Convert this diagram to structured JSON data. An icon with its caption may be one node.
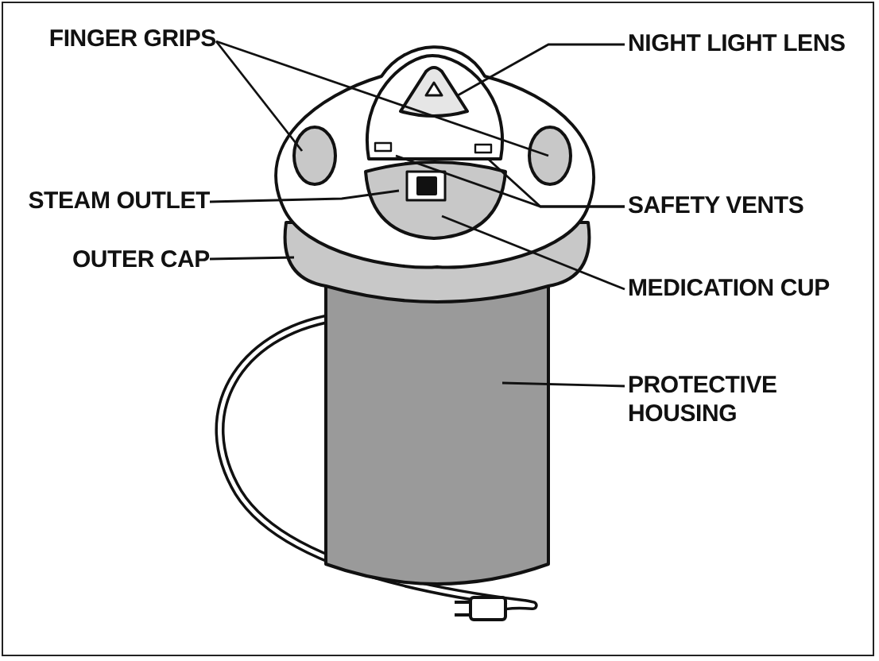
{
  "diagram": {
    "nodes": [
      {
        "text": [
          "FINGER GRIPS"
        ]
      },
      {
        "text": [
          "NIGHT LIGHT LENS"
        ]
      },
      {
        "text": [
          "STEAM OUTLET"
        ]
      },
      {
        "text": [
          "SAFETY VENTS"
        ]
      },
      {
        "text": [
          "OUTER CAP"
        ]
      },
      {
        "text": [
          "MEDICATION CUP"
        ]
      },
      {
        "text": [
          "PROTECTIVE HOUSING"
        ]
      }
    ],
    "edges": [
      {
        "from": 0,
        "to": null,
        "arrow": "none"
      },
      {
        "from": 0,
        "to": null,
        "arrow": "none"
      },
      {
        "from": 1,
        "to": null,
        "arrow": "none"
      },
      {
        "from": 2,
        "to": null,
        "arrow": "none"
      },
      {
        "from": 3,
        "to": null,
        "arrow": "none"
      },
      {
        "from": 3,
        "to": null,
        "arrow": "none"
      },
      {
        "from": 4,
        "to": null,
        "arrow": "none"
      },
      {
        "from": 5,
        "to": null,
        "arrow": "none"
      },
      {
        "from": 6,
        "to": null,
        "arrow": "none"
      }
    ]
  }
}
